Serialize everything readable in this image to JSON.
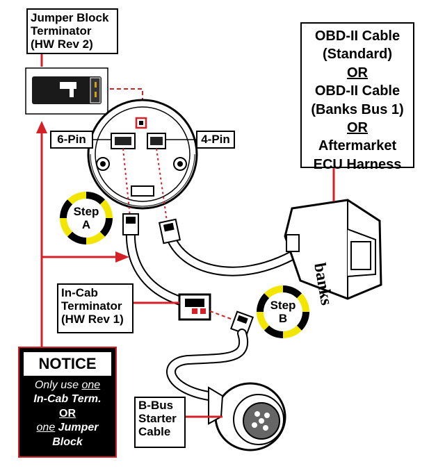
{
  "colors": {
    "accent": "#d42027",
    "stripe_yellow": "#f2e600",
    "ink": "#000000"
  },
  "callouts": {
    "jumper_block": [
      "Jumper Block",
      "Terminator",
      "(HW Rev 2)"
    ],
    "obd": {
      "line1": "OBD-II Cable",
      "line2": "(Standard)",
      "or1": "OR",
      "line3": "OBD-II Cable",
      "line4": "(Banks Bus 1)",
      "or2": "OR",
      "line5": "Aftermarket",
      "line6": "ECU Harness"
    },
    "six_pin": "6-Pin",
    "four_pin": "4-Pin",
    "in_cab": [
      "In-Cab",
      "Terminator",
      "(HW Rev 1)"
    ],
    "b_bus": [
      "B-Bus",
      "Starter",
      "Cable"
    ]
  },
  "steps": {
    "a": {
      "word": "Step",
      "letter": "A"
    },
    "b": {
      "word": "Step",
      "letter": "B"
    }
  },
  "notice": {
    "title": "NOTICE",
    "line1_pre": "Only use ",
    "line1_u": "one",
    "line2": "In-Cab Term.",
    "line3": "OR",
    "line4_u": "one",
    "line4_post": " Jumper",
    "line5": "Block"
  },
  "labels": {
    "brand_on_connector": "banks"
  }
}
